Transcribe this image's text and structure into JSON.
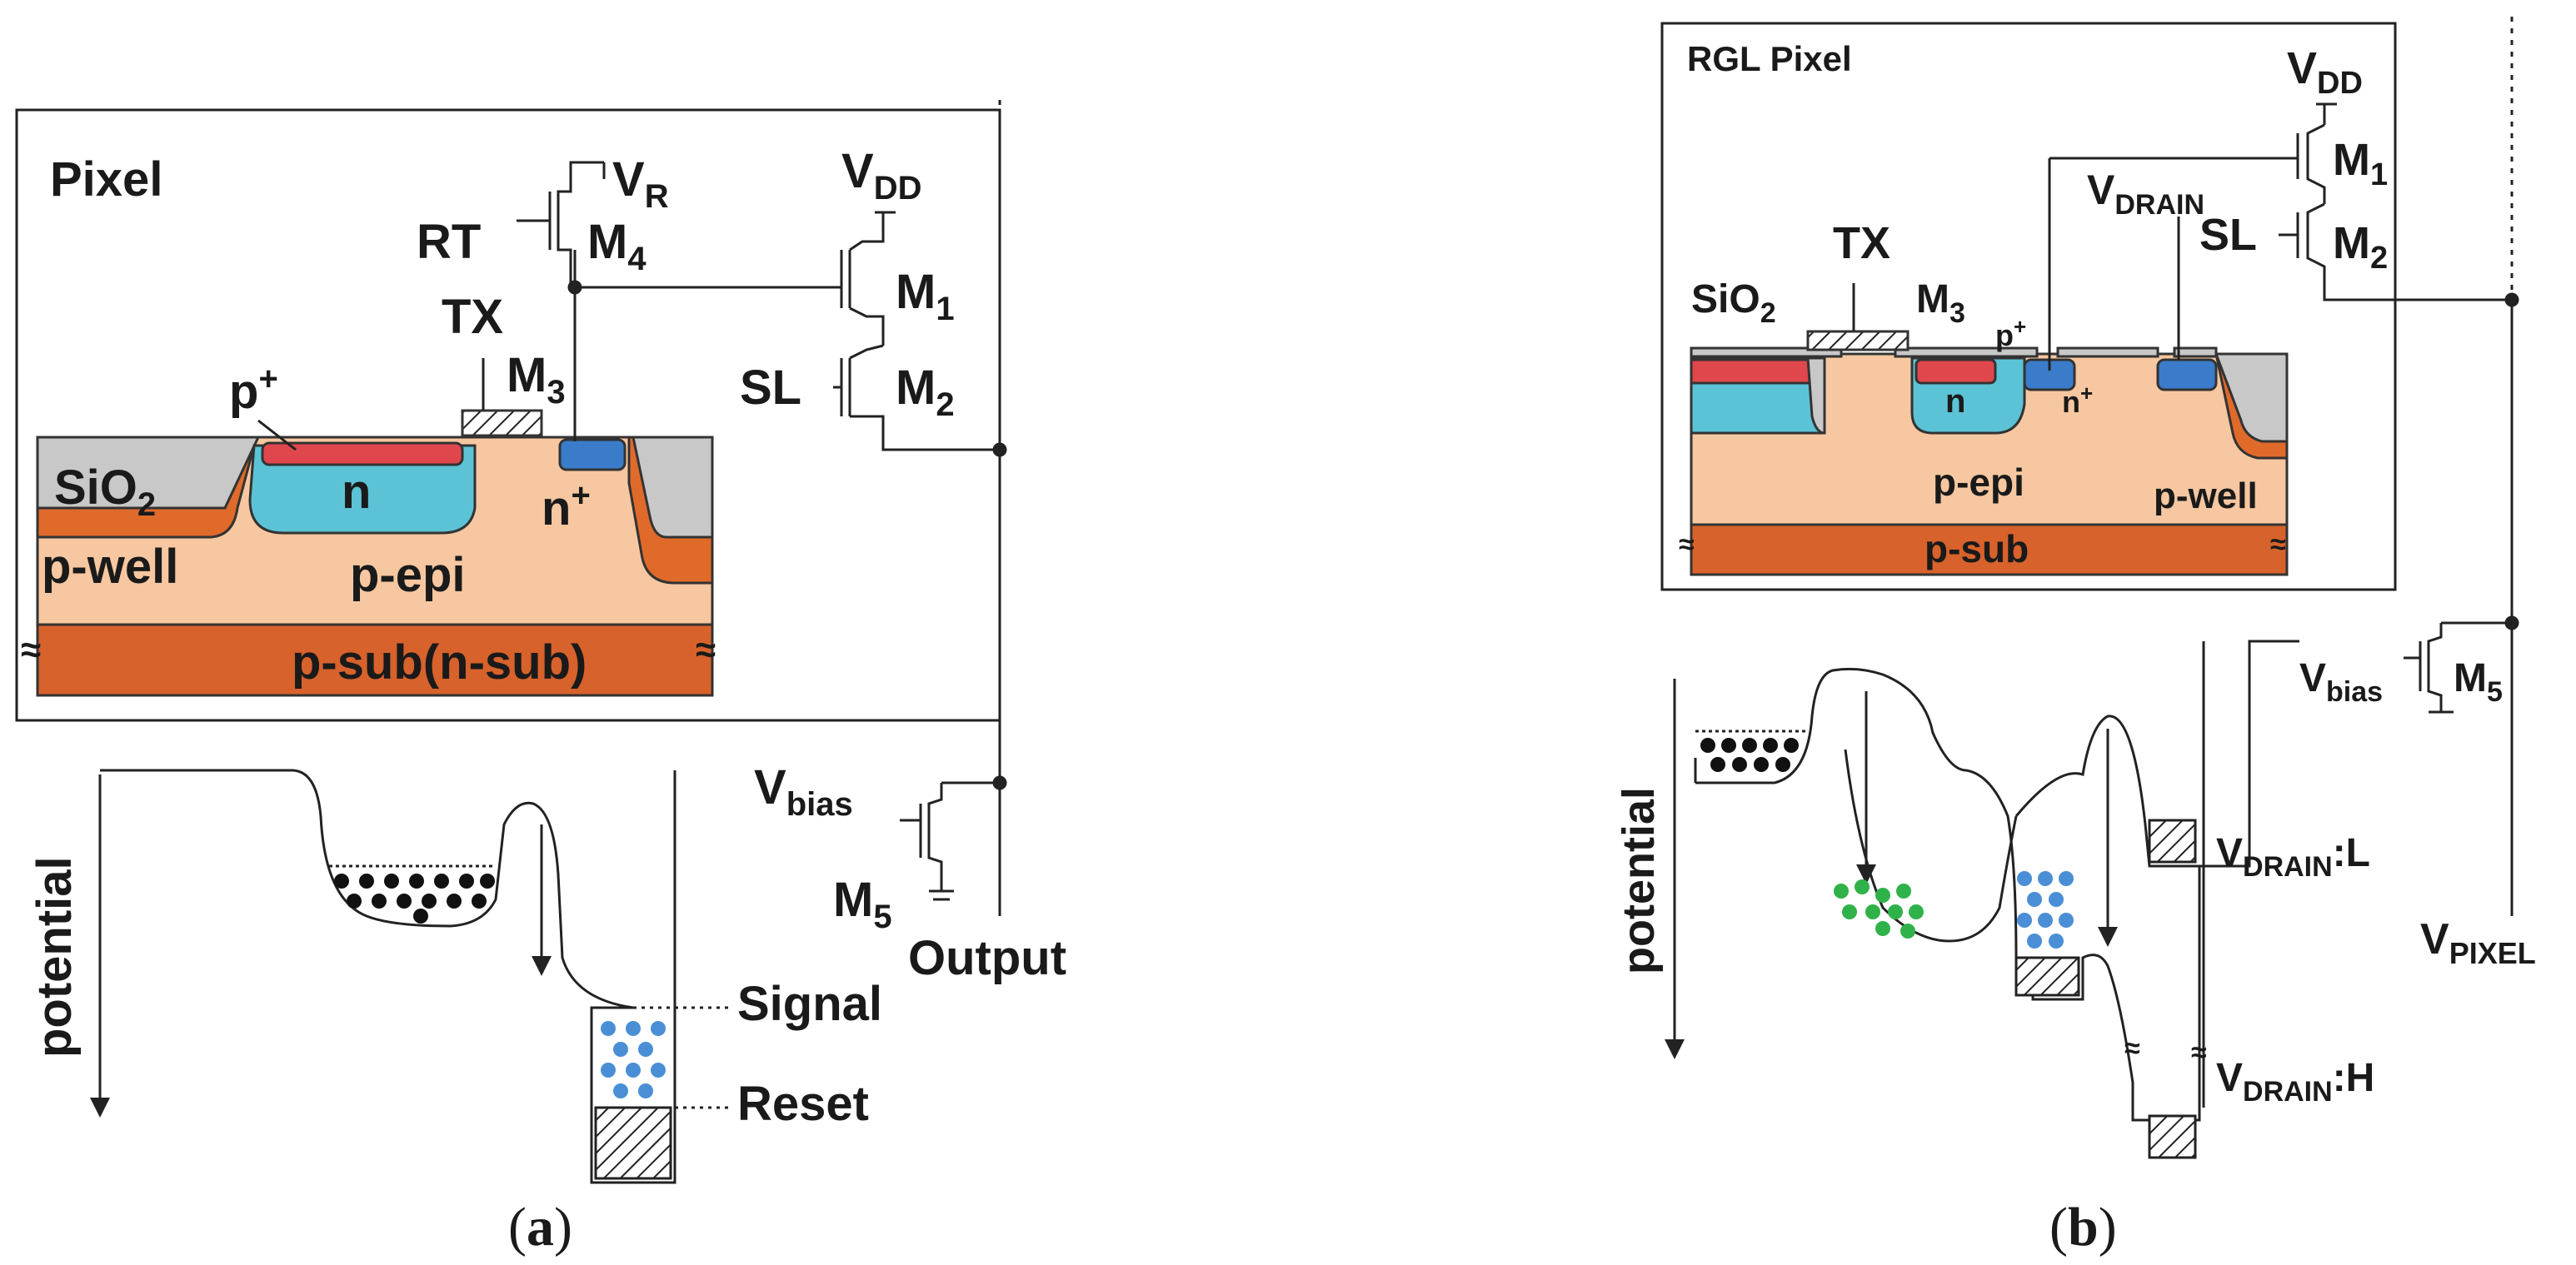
{
  "panel_a": {
    "box_title": "Pixel",
    "vr": "V",
    "vr_sub": "R",
    "rt": "RT",
    "m4": "M",
    "m4_sub": "4",
    "vdd": "V",
    "vdd_sub": "DD",
    "m1": "M",
    "m1_sub": "1",
    "tx": "TX",
    "m3": "M",
    "m3_sub": "3",
    "sl": "SL",
    "m2": "M",
    "m2_sub": "2",
    "pplus": "p",
    "pplus_sup": "+",
    "nplus": "n",
    "nplus_sup": "+",
    "sio2": "SiO",
    "sio2_sub": "2",
    "n": "n",
    "pwell": "p-well",
    "pepi": "p-epi",
    "psub": "p-sub(n-sub)",
    "vbias": "V",
    "vbias_sub": "bias",
    "m5": "M",
    "m5_sub": "5",
    "output": "Output",
    "potential": "potential",
    "signal": "Signal",
    "reset": "Reset",
    "wave": "≈",
    "caption_open": "(",
    "caption_letter": "a",
    "caption_close": ")"
  },
  "panel_b": {
    "box_title": "RGL Pixel",
    "vdd": "V",
    "vdd_sub": "DD",
    "m1": "M",
    "m1_sub": "1",
    "vdrain": "V",
    "vdrain_sub": "DRAIN",
    "sl": "SL",
    "m2": "M",
    "m2_sub": "2",
    "sio2": "SiO",
    "sio2_sub": "2",
    "tx": "TX",
    "m3": "M",
    "m3_sub": "3",
    "pplus": "p",
    "pplus_sup": "+",
    "n": "n",
    "nplus": "n",
    "nplus_sup": "+",
    "pepi": "p-epi",
    "pwell": "p-well",
    "psub": "p-sub",
    "vbias": "V",
    "vbias_sub": "bias",
    "m5": "M",
    "m5_sub": "5",
    "potential": "potential",
    "vdrain_l": "V",
    "vdrain_l_sub": "DRAIN",
    "vdrain_l_suffix": ":L",
    "vdrain_h": "V",
    "vdrain_h_sub": "DRAIN",
    "vdrain_h_suffix": ":H",
    "vpixel": "V",
    "vpixel_sub": "PIXEL",
    "wave": "≈",
    "caption_open": "(",
    "caption_letter": "b",
    "caption_close": ")"
  },
  "colors": {
    "sio2": "#c8c8c8",
    "n_region": "#5cc3d6",
    "p_plus": "#e0474c",
    "n_plus": "#3a7cc9",
    "p_well": "#e06a2a",
    "p_epi": "#f6c7a0",
    "p_sub": "#d8622b",
    "electron": "#111111",
    "signal_electron": "#4a8fd6",
    "green_electron": "#2fb24a"
  }
}
